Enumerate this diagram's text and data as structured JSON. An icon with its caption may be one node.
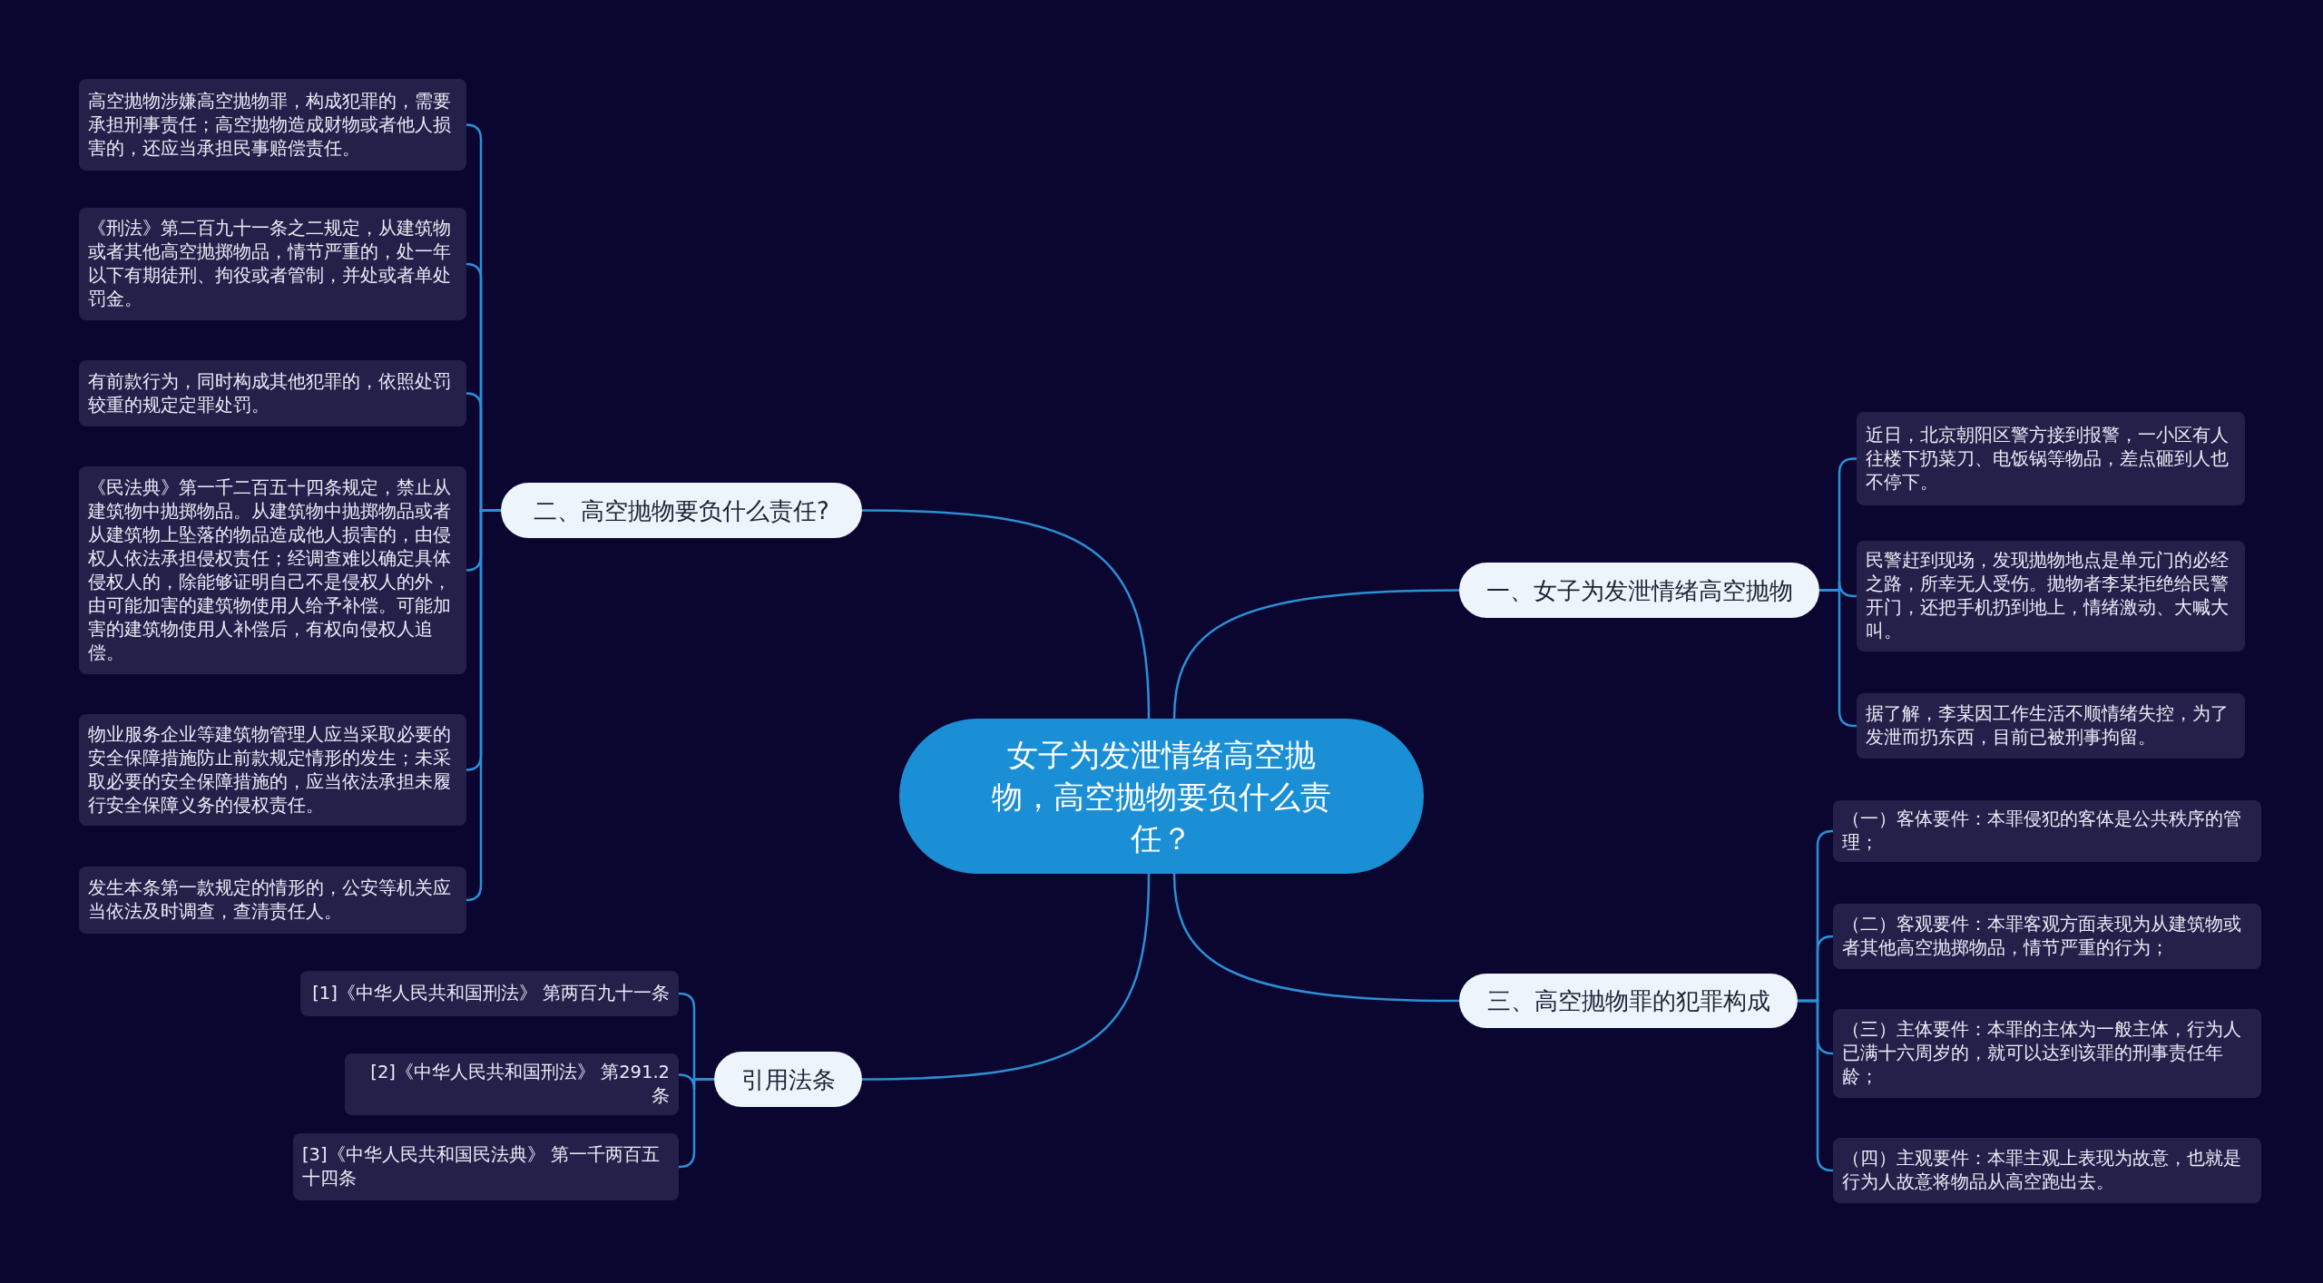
{
  "diagram": {
    "nodes": [
      {
        "text": [
          "女子为发泄情绪高空抛物，高空抛物要负什么责任？"
        ]
      },
      {
        "text": [
          "一、女子为发泄情绪高空抛物"
        ]
      },
      {
        "text": [
          "近日，北京朝阳区警方接到报警，一小区有人往楼下扔菜刀、电饭锅等物品，差点砸到人也不停下。"
        ]
      },
      {
        "text": [
          "民警赶到现场，发现抛物地点是单元门的必经之路，所幸无人受伤。抛物者李某拒绝给民警开门，还把手机扔到地上，情绪激动、大喊大叫。"
        ]
      },
      {
        "text": [
          "据了解，李某因工作生活不顺情绪失控，为了发泄而扔东西，目前已被刑事拘留。"
        ]
      },
      {
        "text": [
          "二、高空抛物要负什么责任?"
        ]
      },
      {
        "text": [
          "高空抛物涉嫌高空抛物罪，构成犯罪的，需要承担刑事责任；高空抛物造成财物或者他人损害的，还应当承担民事赔偿责任。"
        ]
      },
      {
        "text": [
          "《刑法》第二百九十一条之二规定，从建筑物或者其他高空抛掷物品，情节严重的，处一年以下有期徒刑、拘役或者管制，并处或者单处罚金。"
        ]
      },
      {
        "text": [
          "有前款行为，同时构成其他犯罪的，依照处罚较重的规定定罪处罚。"
        ]
      },
      {
        "text": [
          "《民法典》第一千二百五十四条规定，禁止从建筑物中抛掷物品。从建筑物中抛掷物品或者从建筑物上坠落的物品造成他人损害的，由侵权人依法承担侵权责任；经调查难以确定具体侵权人的，除能够证明自己不是侵权人的外，由可能加害的建筑物使用人给予补偿。可能加害的建筑物使用人补偿后，有权向侵权人追偿。"
        ]
      },
      {
        "text": [
          "物业服务企业等建筑物管理人应当采取必要的安全保障措施防止前款规定情形的发生；未采取必要的安全保障措施的，应当依法承担未履行安全保障义务的侵权责任。"
        ]
      },
      {
        "text": [
          "发生本条第一款规定的情形的，公安等机关应当依法及时调查，查清责任人。"
        ]
      },
      {
        "text": [
          "三、高空抛物罪的犯罪构成"
        ]
      },
      {
        "text": [
          "（一）客体要件：本罪侵犯的客体是公共秩序的管理；"
        ]
      },
      {
        "text": [
          "（二）客观要件：本罪客观方面表现为从建筑物或者其他高空抛掷物品，情节严重的行为；"
        ]
      },
      {
        "text": [
          "（三）主体要件：本罪的主体为一般主体，行为人已满十六周岁的，就可以达到该罪的刑事责任年龄；"
        ]
      },
      {
        "text": [
          "（四）主观要件：本罪主观上表现为故意，也就是行为人故意将物品从高空跑出去。"
        ]
      },
      {
        "text": [
          "引用法条"
        ]
      },
      {
        "text": [
          "[1]《中华人民共和国刑法》 第两百九十一条"
        ]
      },
      {
        "text": [
          "[2]《中华人民共和国刑法》 第291.2条"
        ]
      },
      {
        "text": [
          "[3]《中华人民共和国民法典》 第一千两百五十四条"
        ]
      }
    ],
    "edges": [
      {
        "from": 0,
        "to": 1,
        "arrow": "none"
      },
      {
        "from": 1,
        "to": 2,
        "arrow": "none"
      },
      {
        "from": 1,
        "to": 3,
        "arrow": "none"
      },
      {
        "from": 1,
        "to": 4,
        "arrow": "none"
      },
      {
        "from": 0,
        "to": 5,
        "arrow": "none"
      },
      {
        "from": 5,
        "to": 6,
        "arrow": "none"
      },
      {
        "from": 5,
        "to": 7,
        "arrow": "none"
      },
      {
        "from": 5,
        "to": 8,
        "arrow": "none"
      },
      {
        "from": 5,
        "to": 9,
        "arrow": "none"
      },
      {
        "from": 5,
        "to": 10,
        "arrow": "none"
      },
      {
        "from": 5,
        "to": 11,
        "arrow": "none"
      },
      {
        "from": 0,
        "to": 12,
        "arrow": "none"
      },
      {
        "from": 12,
        "to": 13,
        "arrow": "none"
      },
      {
        "from": 12,
        "to": 14,
        "arrow": "none"
      },
      {
        "from": 12,
        "to": 15,
        "arrow": "none"
      },
      {
        "from": 12,
        "to": 16,
        "arrow": "none"
      },
      {
        "from": 0,
        "to": 17,
        "arrow": "none"
      },
      {
        "from": 17,
        "to": 18,
        "arrow": "none"
      },
      {
        "from": 17,
        "to": 19,
        "arrow": "none"
      },
      {
        "from": 17,
        "to": 20,
        "arrow": "none"
      }
    ]
  }
}
